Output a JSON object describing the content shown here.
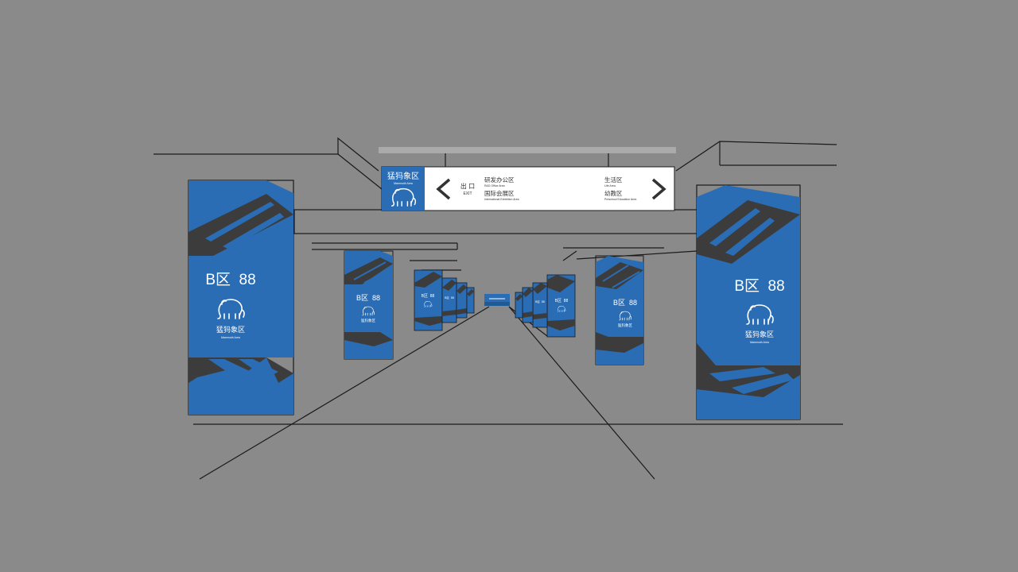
{
  "colors": {
    "background": "#8a8a8a",
    "sign_blue": "#2a6db5",
    "stripe_dark": "#3c3c3c",
    "sign_white": "#ffffff",
    "line": "#1a1a1a"
  },
  "overhead_sign": {
    "brand_cn": "猛犸象区",
    "brand_en": "Mammoth Area",
    "logo_icon": "mammoth-icon",
    "left_arrow_icon": "chevron-left-icon",
    "right_arrow_icon": "chevron-right-icon",
    "exit_cn": "出 口",
    "exit_en": "EXIT",
    "left_items": [
      {
        "cn": "研发办公区",
        "en": "R&D Office Area"
      },
      {
        "cn": "国际会展区",
        "en": "International Exhibition Area"
      }
    ],
    "right_items": [
      {
        "cn": "生活区",
        "en": "Life Area"
      },
      {
        "cn": "幼教区",
        "en": "Preschool Education Area"
      }
    ]
  },
  "pillar_sign": {
    "zone_label": "B区  88",
    "brand_cn": "猛犸象区",
    "brand_en": "Mammoth Area",
    "logo_icon": "mammoth-icon"
  }
}
